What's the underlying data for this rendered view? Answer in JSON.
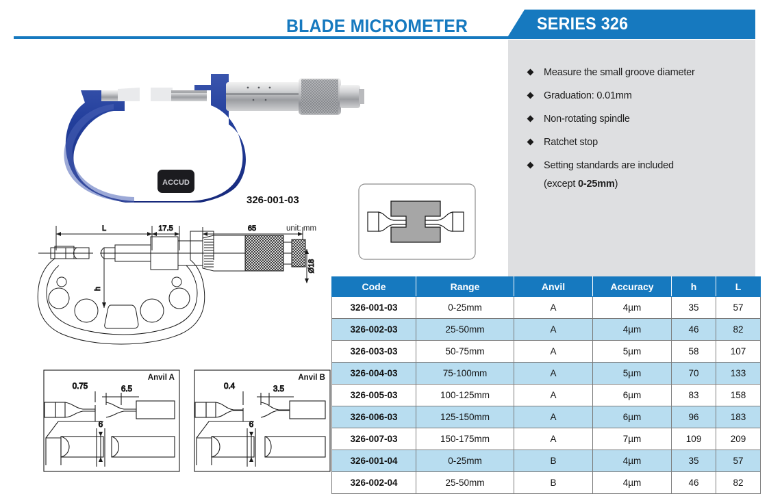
{
  "header": {
    "title": "BLADE MICROMETER",
    "series": "SERIES 326",
    "accent_color": "#1679bf"
  },
  "features": {
    "items": [
      "Measure the small groove diameter",
      "Graduation: 0.01mm",
      "Non-rotating spindle",
      "Ratchet stop",
      "Setting standards are included"
    ],
    "sub_note_prefix": "(except ",
    "sub_note_bold": "0-25mm",
    "sub_note_suffix": ")"
  },
  "photo": {
    "code_label": "326-001-03",
    "brand": "ACCUD",
    "frame_color": "#1f3f96"
  },
  "drawing": {
    "unit_label": "unit: mm",
    "dim_L": "L",
    "dim_h": "h",
    "dim_17_5": "17.5",
    "dim_65": "65",
    "dim_dia18": "Ø18"
  },
  "anvil_details": [
    {
      "title": "Anvil A",
      "dim_top_left": "0.75",
      "dim_top_right": "6.5",
      "dim_bottom": "6"
    },
    {
      "title": "Anvil B",
      "dim_top_left": "0.4",
      "dim_top_right": "3.5",
      "dim_bottom": "6"
    }
  ],
  "table": {
    "columns": [
      "Code",
      "Range",
      "Anvil",
      "Accuracy",
      "h",
      "L"
    ],
    "header_bg": "#1679bf",
    "alt_row_bg": "#b8ddf0",
    "rows": [
      {
        "code": "326-001-03",
        "range": "0-25mm",
        "anvil": "A",
        "accuracy": "4µm",
        "h": "35",
        "L": "57"
      },
      {
        "code": "326-002-03",
        "range": "25-50mm",
        "anvil": "A",
        "accuracy": "4µm",
        "h": "46",
        "L": "82"
      },
      {
        "code": "326-003-03",
        "range": "50-75mm",
        "anvil": "A",
        "accuracy": "5µm",
        "h": "58",
        "L": "107"
      },
      {
        "code": "326-004-03",
        "range": "75-100mm",
        "anvil": "A",
        "accuracy": "5µm",
        "h": "70",
        "L": "133"
      },
      {
        "code": "326-005-03",
        "range": "100-125mm",
        "anvil": "A",
        "accuracy": "6µm",
        "h": "83",
        "L": "158"
      },
      {
        "code": "326-006-03",
        "range": "125-150mm",
        "anvil": "A",
        "accuracy": "6µm",
        "h": "96",
        "L": "183"
      },
      {
        "code": "326-007-03",
        "range": "150-175mm",
        "anvil": "A",
        "accuracy": "7µm",
        "h": "109",
        "L": "209"
      },
      {
        "code": "326-001-04",
        "range": "0-25mm",
        "anvil": "B",
        "accuracy": "4µm",
        "h": "35",
        "L": "57"
      },
      {
        "code": "326-002-04",
        "range": "25-50mm",
        "anvil": "B",
        "accuracy": "4µm",
        "h": "46",
        "L": "82"
      }
    ]
  }
}
